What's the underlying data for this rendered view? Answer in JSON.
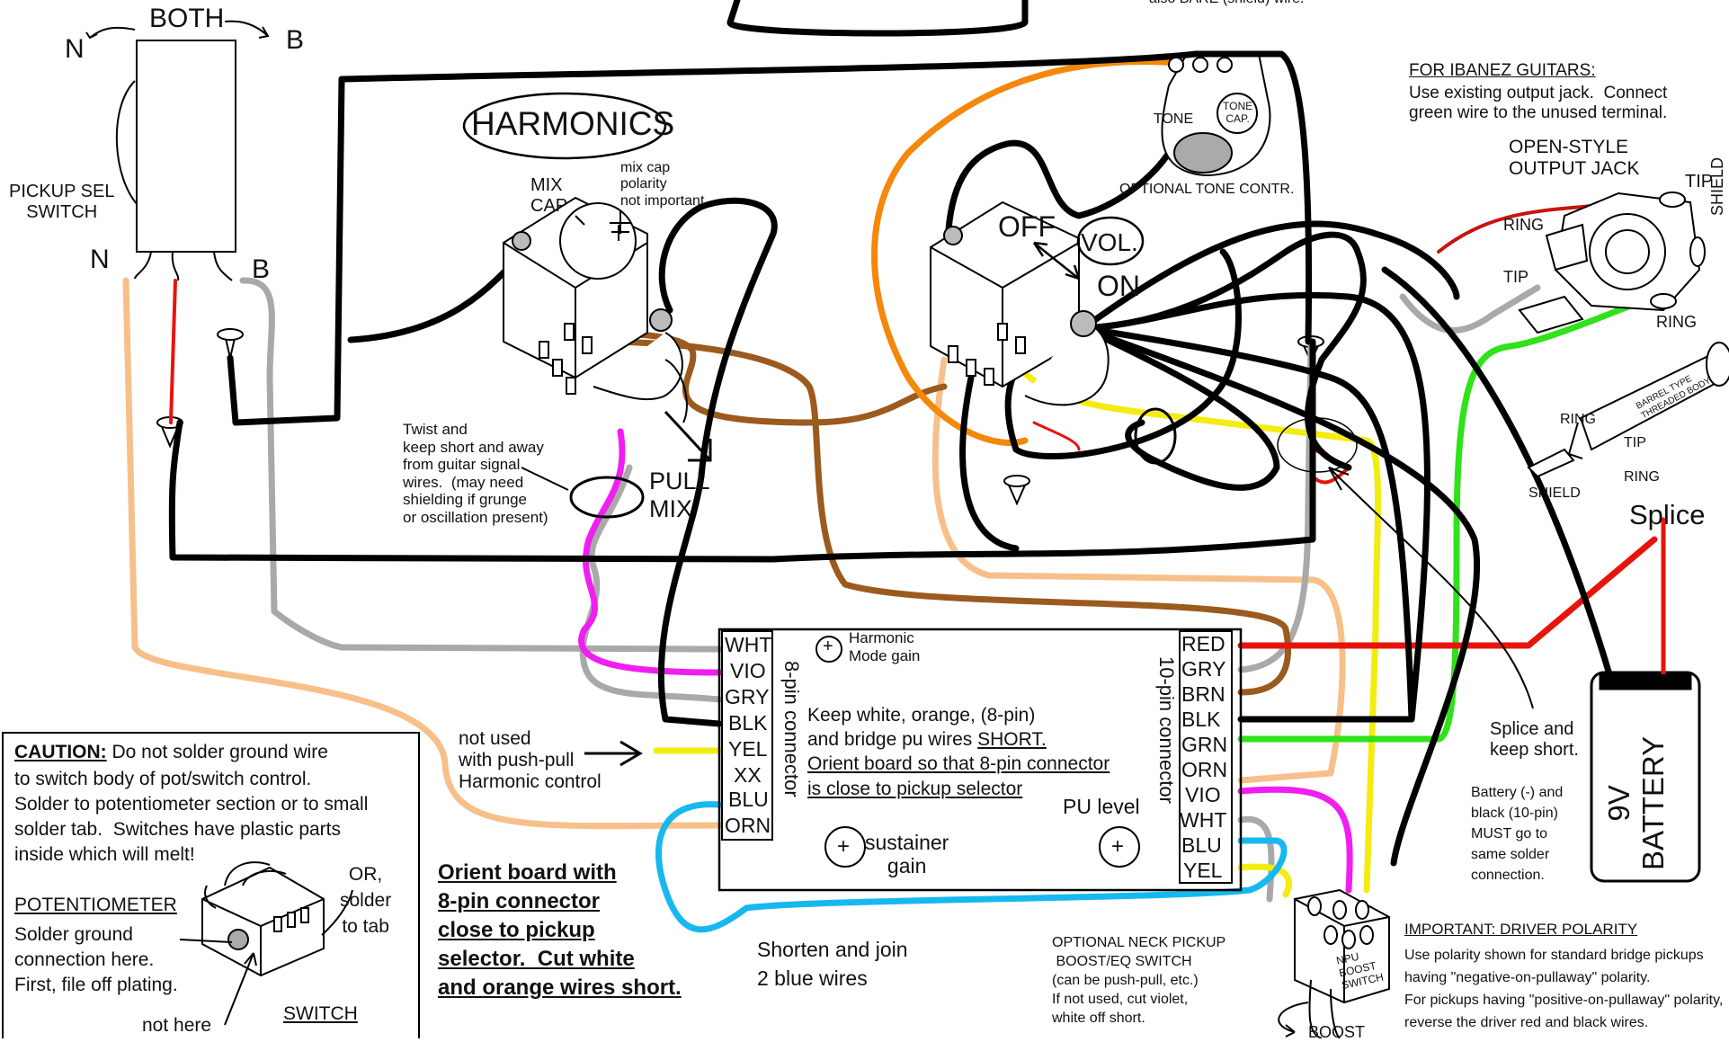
{
  "switch": {
    "top_label": "BOTH",
    "left_top": "N",
    "right_top": "B",
    "name": "PICKUP SEL\nSWITCH",
    "lead_left": "N",
    "lead_right": "B"
  },
  "harmonics": {
    "title": "HARMONICS",
    "mix_cap": "MIX\nCAP",
    "cap_note": "mix cap\npolarity\nnot important",
    "pull_mix": "PULL\nMIX",
    "twist_note": "Twist and\nkeep short and away\nfrom guitar signal\nwires.  (may need\nshielding if grunge\nor oscillation present)"
  },
  "volume": {
    "off": "OFF",
    "vol": "VOL.",
    "on": "ON"
  },
  "tone": {
    "tone": "TONE",
    "tone_cap": "TONE\nCAP.",
    "caption": "OPTIONAL TONE CONTR."
  },
  "ibanez": {
    "heading": "FOR IBANEZ GUITARS:",
    "text": "Use existing output jack.  Connect\ngreen wire to the unused terminal."
  },
  "jack": {
    "title": "OPEN-STYLE\nOUTPUT JACK",
    "tip1": "TIP",
    "ring1": "RING",
    "tip2": "TIP",
    "ring2": "RING",
    "shield": "SHIELD",
    "barrel": "BARREL TYPE\nTHREADED BODY",
    "b_ring": "RING",
    "b_tip": "TIP",
    "b_ring2": "RING",
    "b_shield": "SHIELD",
    "splice": "Splice"
  },
  "board": {
    "left_pins": [
      "WHT",
      "VIO",
      "GRY",
      "BLK",
      "YEL",
      "XX",
      "BLU",
      "ORN"
    ],
    "left_connector": "8-pin connector",
    "right_pins": [
      "RED",
      "GRY",
      "BRN",
      "BLK",
      "GRN",
      "ORN",
      "VIO",
      "WHT",
      "BLU",
      "YEL"
    ],
    "right_connector": "10-pin connector",
    "harmonic_gain": "Harmonic\nMode gain",
    "keep_short_1": "Keep white, orange, (8-pin)",
    "keep_short_2": "and bridge pu wires ",
    "keep_short_short": "SHORT.",
    "orient_1": "Orient board so that 8-pin connector",
    "orient_2": "is close to pickup selector",
    "pu_level": "PU level",
    "sustainer": "sustainer\ngain",
    "plus": "+"
  },
  "notes": {
    "not_used": "not used\nwith push-pull\nHarmonic control",
    "orient_board": "Orient board with\n8-pin connector\nclose to pickup\nselector.  Cut white\nand orange wires short.",
    "shorten": "Shorten and join\n2 blue wires",
    "neck_switch": "OPTIONAL NECK PICKUP\n BOOST/EQ SWITCH\n(can be push-pull, etc.)\nIf not used, cut violet,\nwhite off short.",
    "npu_boost": "NPU\nBOOST\nSWITCH",
    "boost": "BOOST",
    "splice_keep": "Splice and\nkeep short.",
    "battery_note": "Battery (-) and\nblack (10-pin)\nMUST go to\nsame solder\nconnection.",
    "battery": "9V\nBATTERY",
    "polarity_heading": "IMPORTANT: DRIVER POLARITY",
    "polarity_text": "Use polarity shown for standard bridge pickups\nhaving \"negative-on-pullaway\" polarity.\nFor pickups having \"positive-on-pullaway\" polarity,\nreverse the driver red and black wires.",
    "top_cut": "also BARE (shield) wire."
  },
  "caution": {
    "label": "CAUTION:",
    "text1": "Do not solder ground wire",
    "text_rest": "to switch body of pot/switch control.\nSolder to potentiometer section or to small\nsolder tab.  Switches have plastic parts\ninside which will melt!",
    "pot": "POTENTIOMETER",
    "solder_here": "Solder ground\nconnection here.\nFirst, file off plating.",
    "or_tab": "OR,\nsolder\nto tab",
    "not_here": "not here",
    "switch": "SWITCH"
  },
  "colors": {
    "black": "#000000",
    "red": "#e8140c",
    "orange": "#f5870a",
    "light_orange": "#f7c08a",
    "brown": "#9b5a1e",
    "gray": "#a9a9a9",
    "yellow": "#f3ec10",
    "green": "#2fe21a",
    "magenta": "#f01ef0",
    "blue": "#17b8ef"
  }
}
